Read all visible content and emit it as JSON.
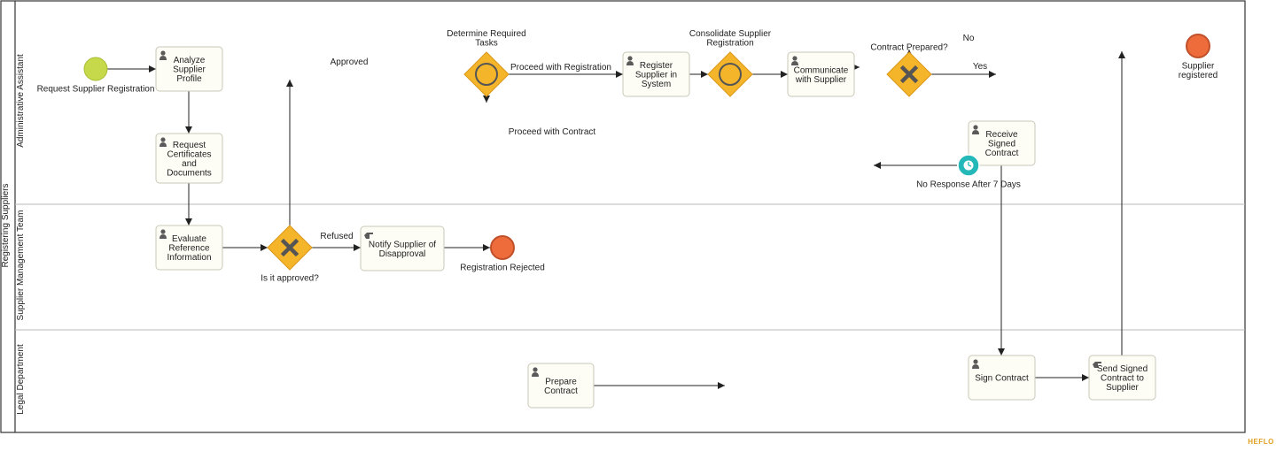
{
  "pool": {
    "name": "Registering Suppliers"
  },
  "lanes": [
    {
      "id": "admin",
      "name": "Administrative Assistant"
    },
    {
      "id": "smt",
      "name": "Supplier Management Team"
    },
    {
      "id": "legal",
      "name": "Legal Department"
    }
  ],
  "tasks": [
    {
      "id": "analyze",
      "lines": [
        "Analyze",
        "Supplier",
        "Profile"
      ],
      "kind": "user"
    },
    {
      "id": "request_certs",
      "lines": [
        "Request",
        "Certificates",
        "and",
        "Documents"
      ],
      "kind": "user"
    },
    {
      "id": "evaluate",
      "lines": [
        "Evaluate",
        "Reference",
        "Information"
      ],
      "kind": "user"
    },
    {
      "id": "notify",
      "lines": [
        "Notify Supplier of",
        "Disapproval"
      ],
      "kind": "manual"
    },
    {
      "id": "register",
      "lines": [
        "Register",
        "Supplier in",
        "System"
      ],
      "kind": "user"
    },
    {
      "id": "prepare",
      "lines": [
        "Prepare",
        "Contract"
      ],
      "kind": "user"
    },
    {
      "id": "communicate",
      "lines": [
        "Communicate",
        "with Supplier"
      ],
      "kind": "user"
    },
    {
      "id": "receive",
      "lines": [
        "Receive",
        "Signed",
        "Contract"
      ],
      "kind": "user"
    },
    {
      "id": "sign",
      "lines": [
        "Sign Contract"
      ],
      "kind": "user"
    },
    {
      "id": "send",
      "lines": [
        "Send Signed",
        "Contract to",
        "Supplier"
      ],
      "kind": "manual"
    }
  ],
  "gateways": [
    {
      "id": "approved_gw",
      "type": "exclusive",
      "label": [
        "Is it approved?"
      ]
    },
    {
      "id": "determine_gw",
      "type": "inclusive",
      "label": [
        "Determine Required",
        "Tasks"
      ]
    },
    {
      "id": "consolidate_gw",
      "type": "inclusive",
      "label": [
        "Consolidate Supplier",
        "Registration"
      ]
    },
    {
      "id": "contract_gw",
      "type": "exclusive",
      "label": [
        "Contract Prepared?"
      ]
    }
  ],
  "events": [
    {
      "id": "start",
      "type": "start",
      "label": [
        "Request Supplier Registration"
      ]
    },
    {
      "id": "rejected",
      "type": "end",
      "label": [
        "Registration Rejected"
      ]
    },
    {
      "id": "registered",
      "type": "end",
      "label": [
        "Supplier",
        "registered"
      ]
    },
    {
      "id": "timer",
      "type": "timer",
      "label": [
        "No Response After 7 Days"
      ]
    }
  ],
  "flow_labels": {
    "approved": "Approved",
    "refused": "Refused",
    "proceed_registration": "Proceed with Registration",
    "proceed_contract": "Proceed with Contract",
    "no": "No",
    "yes": "Yes"
  },
  "watermark": "HEFLO",
  "colors": {
    "start": "#c5d94a",
    "end": "#ee6b3b",
    "end_stroke": "#c0502a",
    "gateway": "#f5b52a",
    "gateway_stroke": "#d9981a",
    "gateway_mark": "#555555",
    "timer": "#25b8b8",
    "icon": "#5a5a5a"
  }
}
